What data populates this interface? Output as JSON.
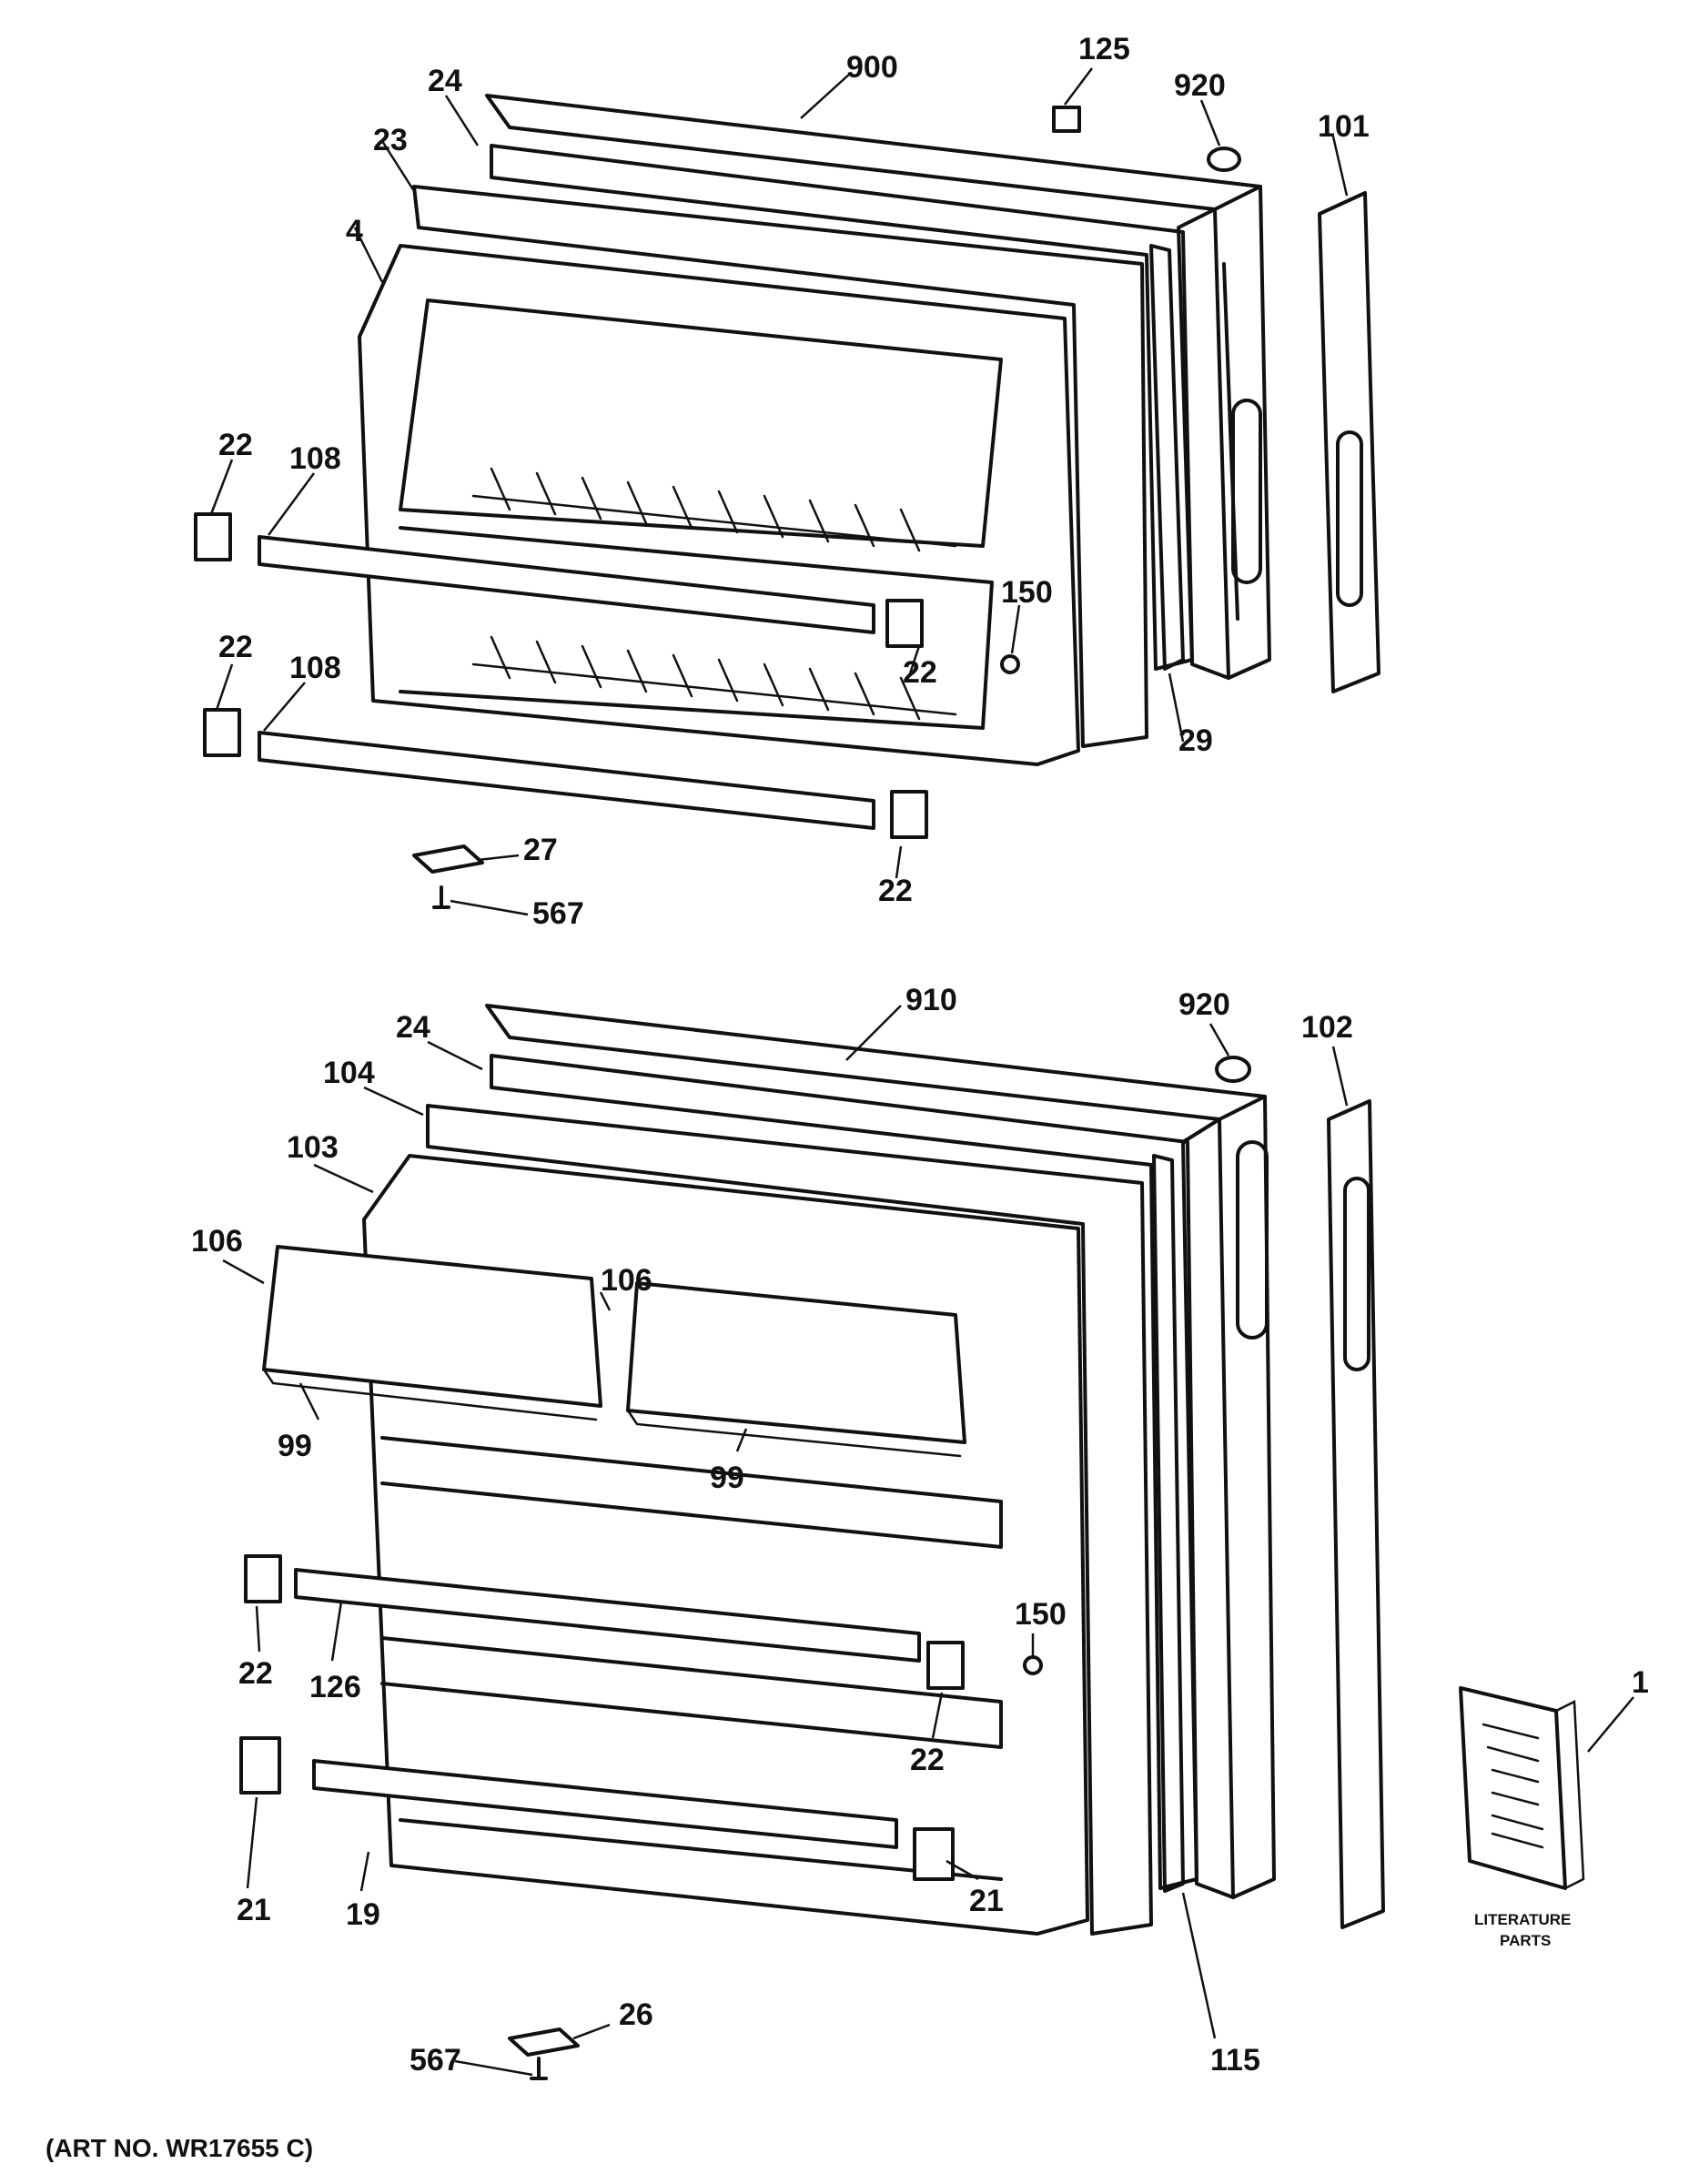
{
  "callouts": {
    "top": [
      "900",
      "125",
      "920",
      "101",
      "24",
      "23",
      "4",
      "22",
      "108",
      "150",
      "22",
      "22",
      "108",
      "29",
      "22",
      "27",
      "567"
    ],
    "bottom": [
      "910",
      "920",
      "102",
      "24",
      "104",
      "103",
      "106",
      "106",
      "99",
      "99",
      "22",
      "126",
      "150",
      "22",
      "1",
      "21",
      "19",
      "21",
      "115",
      "26",
      "567"
    ]
  },
  "literature": {
    "line1": "LITERATURE",
    "line2": "PARTS"
  },
  "art_number": "(ART NO. WR17655 C)"
}
